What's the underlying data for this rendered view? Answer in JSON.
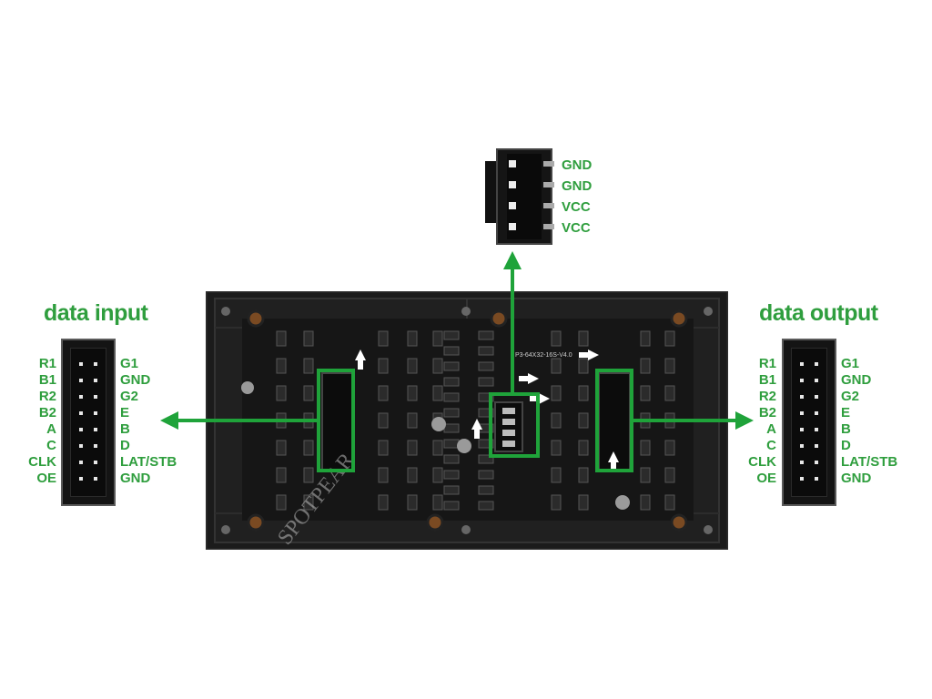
{
  "power_connector": {
    "pins": [
      "GND",
      "GND",
      "VCC",
      "VCC"
    ]
  },
  "input_connector": {
    "title": "data input",
    "left_pins": [
      "R1",
      "B1",
      "R2",
      "B2",
      "A",
      "C",
      "CLK",
      "OE"
    ],
    "right_pins": [
      "G1",
      "GND",
      "G2",
      "E",
      "B",
      "D",
      "LAT/STB",
      "GND"
    ]
  },
  "output_connector": {
    "title": "data output",
    "left_pins": [
      "R1",
      "B1",
      "R2",
      "B2",
      "A",
      "C",
      "CLK",
      "OE"
    ],
    "right_pins": [
      "G1",
      "GND",
      "G2",
      "E",
      "B",
      "D",
      "LAT/STB",
      "GND"
    ]
  },
  "board": {
    "silkscreen": "P3-64X32-16S-V4.0",
    "watermark": "SPOTPEAR"
  },
  "colors": {
    "accent_green": "#2f9e3e",
    "highlight_green": "#1fa33a",
    "board_black": "#1a1a1a"
  }
}
